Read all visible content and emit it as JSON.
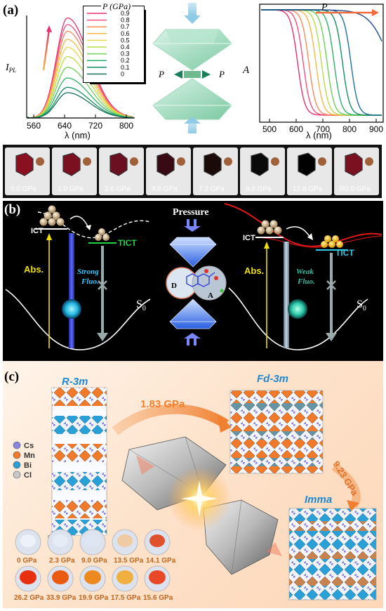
{
  "panel_a": {
    "label": "(a)",
    "legend": {
      "title": "P (GPa)",
      "entries": [
        "0.9",
        "0.8",
        "0.7",
        "0.6",
        "0.5",
        "0.4",
        "0.3",
        "0.2",
        "0.1",
        "0"
      ]
    },
    "series_colors": [
      "#e8306e",
      "#f2507d",
      "#f68a5a",
      "#f7b54a",
      "#e6d84b",
      "#b6dd4a",
      "#6fcf5a",
      "#2fb06a",
      "#13905e",
      "#17705a"
    ],
    "pl_axis": {
      "ylabel": "I",
      "ylabel_sub": "PL",
      "xlabel": "λ (nm)",
      "ticks": [
        "560",
        "640",
        "720",
        "800"
      ]
    },
    "abs_axis": {
      "ylabel": "A",
      "xlabel": "λ (nm)",
      "ticks": [
        "500",
        "600",
        "700",
        "800",
        "900"
      ],
      "arrow_label": "P"
    },
    "cell_labels": {
      "left": "P",
      "right": "P"
    },
    "photos": [
      "0.0 GPa",
      "1.0 GPa",
      "2.6 GPa",
      "4.6 GPa",
      "7.2 GPa",
      "9.0 GPa",
      "12.8 GPa",
      "R0.0 GPa"
    ]
  },
  "panel_b": {
    "label": "(b)",
    "ict_left": "ICT",
    "tict_left": "TICT",
    "abs_left": "Abs.",
    "fluo_left": [
      "Strong",
      "Fluo."
    ],
    "s0_left": "S",
    "s0_sub": "0",
    "pressure": "Pressure",
    "donor": "D",
    "acceptor": "A",
    "ict_right": "ICT",
    "tict_right": "TICT",
    "abs_right": "Abs.",
    "fluo_right": [
      "Weak",
      "Fluo."
    ],
    "s0_right": "S"
  },
  "panel_c": {
    "label": "(c)",
    "phase1": "R-3m",
    "phase2": "Fd-3m",
    "phase3": "Imma",
    "transition1": "1.83 GPa",
    "transition2": "9.23 GPa",
    "legend": [
      {
        "symbol": "Cs",
        "color": "#8a86e0"
      },
      {
        "symbol": "Mn",
        "color": "#f07a2a"
      },
      {
        "symbol": "Bi",
        "color": "#2aa0d8"
      },
      {
        "symbol": "Cl",
        "color": "#c8c8c8"
      }
    ],
    "photo_row1": [
      "0 GPa",
      "2.3 GPa",
      "9.0 GPa",
      "13.5 GPa",
      "14.1 GPa"
    ],
    "photo_row2": [
      "26.2 GPa",
      "33.9 GPa",
      "19.9 GPa",
      "17.5 GPa",
      "15.6 GPa"
    ]
  }
}
